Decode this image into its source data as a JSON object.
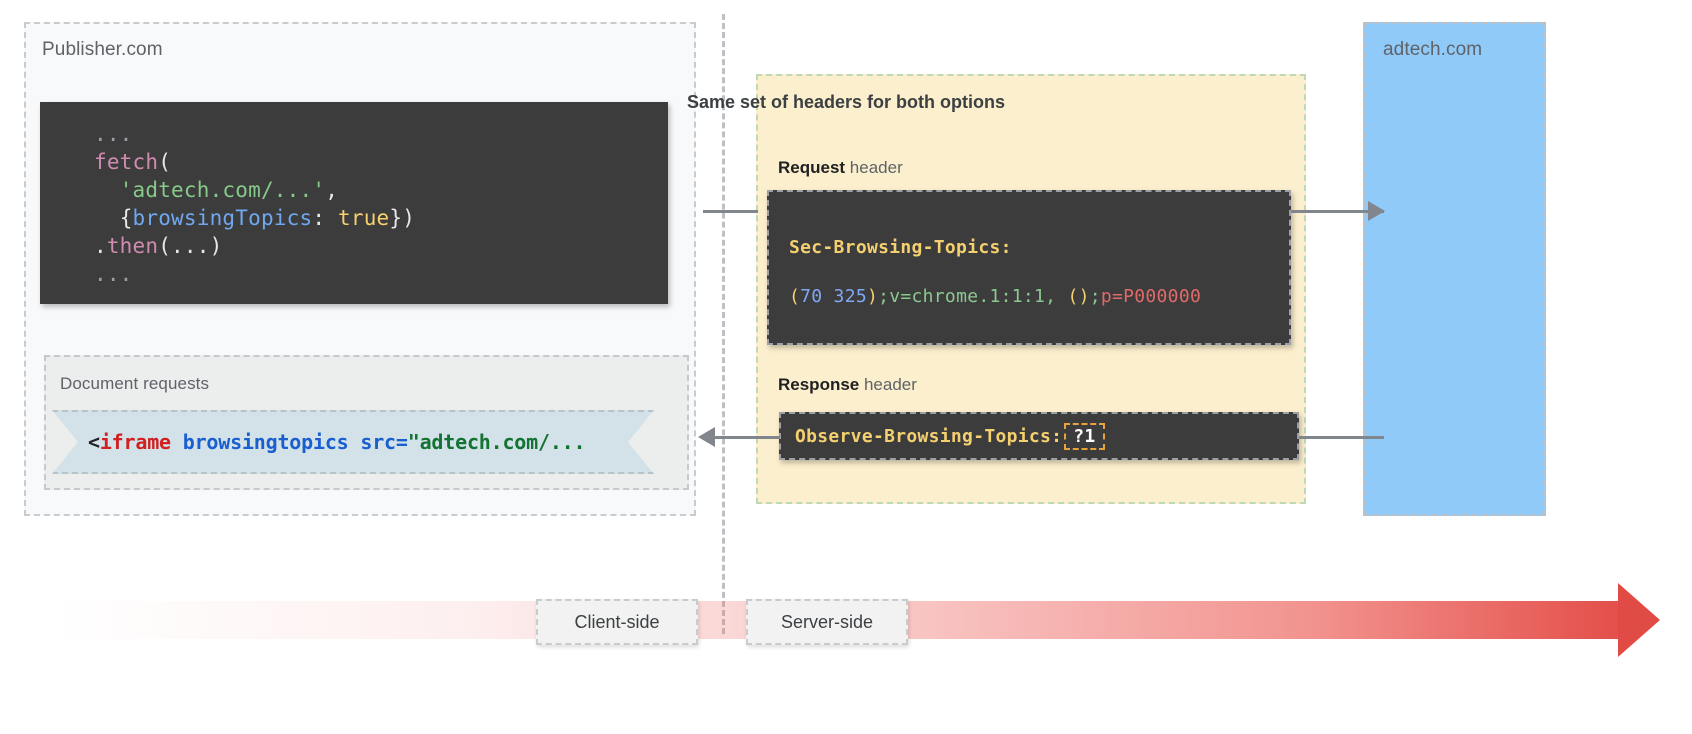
{
  "publisher": {
    "label": "Publisher.com",
    "fetch_code": {
      "line1_dots": "...",
      "fn_fetch": "fetch",
      "paren_open": "(",
      "url_string": "'adtech.com/...'",
      "comma": ",",
      "brace_open": "{",
      "option_key": "browsingTopics",
      "colon": ": ",
      "option_value": "true",
      "brace_close": "})",
      "then_dot": ".",
      "then_fn": "then",
      "then_args": "(...)",
      "line_last_dots": "..."
    },
    "document_requests": {
      "label": "Document requests",
      "snippet": {
        "lt": "<",
        "tag": "iframe",
        "space1": " ",
        "attr_flag": "browsingtopics",
        "space2": " ",
        "attr_src": "src=",
        "value": "\"adtech.com/..."
      }
    }
  },
  "headers": {
    "title": "Same set of headers for both options",
    "request": {
      "label_bold": "Request",
      "label_rest": " header",
      "header_name": "Sec-Browsing-Topics:",
      "value_tokens": {
        "paren_open": "(",
        "topic_ids": "70 325",
        "paren_close": ")",
        "version": ";v=chrome.1:1:1, ",
        "empty_paren": "()",
        "semicolon": ";",
        "padding": "p=P000000"
      }
    },
    "response": {
      "label_bold": "Response",
      "label_rest": " header",
      "header_name": "Observe-Browsing-Topics:",
      "header_value": "?1"
    }
  },
  "adtech": {
    "label": "adtech.com"
  },
  "timeline": {
    "client_label": "Client-side",
    "server_label": "Server-side"
  },
  "colors": {
    "publisher_bg": "#f7f9fa",
    "headers_bg": "#fcefcd",
    "adtech_bg": "#90caf9",
    "code_bg": "#3c3c3c",
    "iframe_chip_bg": "#d3e2e8",
    "arrow_gray": "#80868b",
    "timeline_red": "#e04b46",
    "highlight_orange": "#e8a33d"
  }
}
